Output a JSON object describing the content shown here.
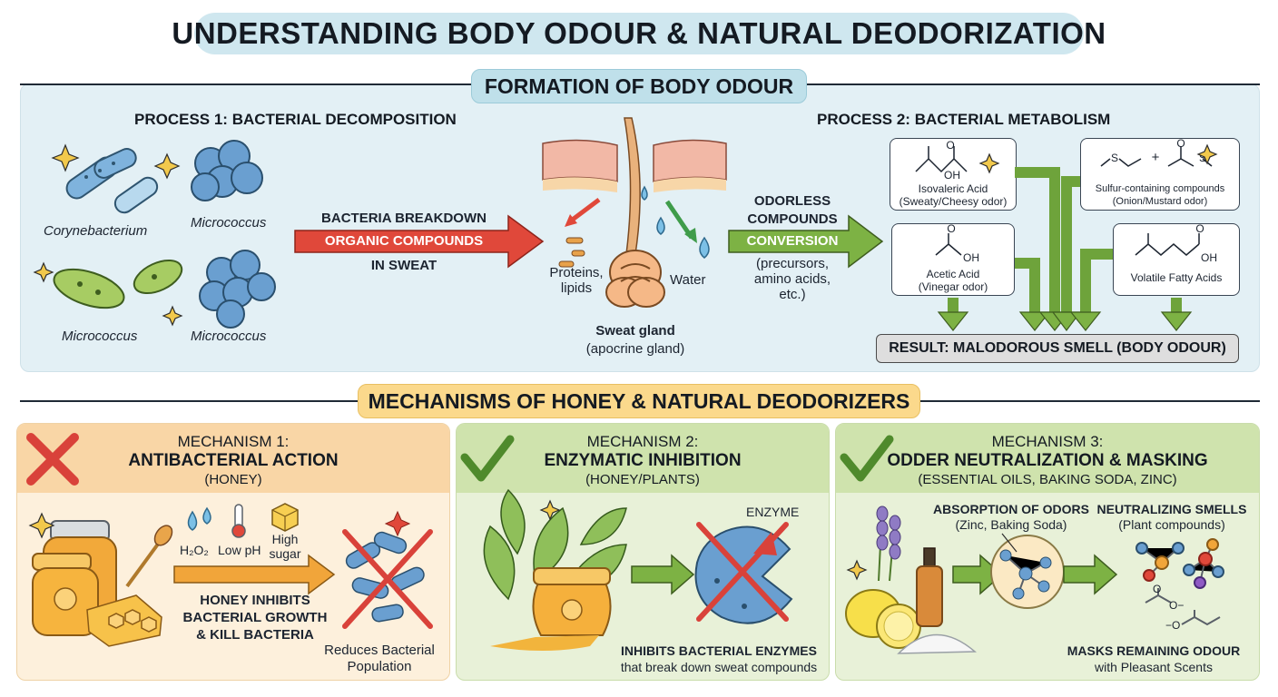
{
  "title": "UNDERSTANDING BODY ODOUR & NATURAL DEODORIZATION",
  "formation": {
    "header": "FORMATION OF BODY ODOUR",
    "process1": {
      "title": "PROCESS 1: BACTERIAL DECOMPOSITION",
      "bacteria": [
        "Corynebacterium",
        "Micrococcus",
        "Micrococcus",
        "Micrococcus"
      ],
      "arrow": {
        "line1": "BACTERIA BREAKDOWN",
        "line2": "ORGANIC COMPOUNDS",
        "line3": "IN SWEAT"
      }
    },
    "gland": {
      "proteins_lipids": "Proteins,\nlipids",
      "water": "Water",
      "gland_name": "Sweat gland",
      "gland_type": "(apocrine gland)"
    },
    "conversion": {
      "line1": "ODORLESS",
      "line2": "COMPOUNDS",
      "line3": "CONVERSION",
      "note": "(precursors,\namino acids,\netc.)"
    },
    "process2": {
      "title": "PROCESS 2: BACTERIAL METABOLISM",
      "compounds": [
        {
          "formula": "OH",
          "formula2": "O",
          "name": "Isovaleric Acid",
          "odor": "(Sweaty/Cheesy odor)"
        },
        {
          "formula": "S",
          "formula2": "O",
          "name": "Sulfur-containing compounds",
          "odor": "(Onion/Mustard odor)"
        },
        {
          "formula": "OH",
          "formula2": "O",
          "name": "Acetic Acid",
          "odor": "(Vinegar odor)"
        },
        {
          "formula": "OH",
          "formula2": "O",
          "name": "Volatile Fatty Acids",
          "odor": ""
        }
      ],
      "sulfur_s": "S",
      "sulfur_plus": "+",
      "result": "RESULT: MALODOROUS SMELL (BODY ODOUR)"
    }
  },
  "mechanisms": {
    "header": "MECHANISMS OF HONEY & NATURAL DEODORIZERS",
    "items": [
      {
        "label": "MECHANISM 1:",
        "name": "ANTIBACTERIAL ACTION",
        "sub": "(HONEY)",
        "factors": [
          "H₂O₂",
          "Low pH",
          "High\nsugar"
        ],
        "action": "HONEY INHIBITS\nBACTERIAL GROWTH\n& KILL BACTERIA",
        "result": "Reduces Bacterial\nPopulation"
      },
      {
        "label": "MECHANISM 2:",
        "name": "ENZYMATIC INHIBITION",
        "sub": "(HONEY/PLANTS)",
        "enzyme": "ENZYME",
        "result_bold": "INHIBITS BACTERIAL ENZYMES",
        "result": "that break down sweat compounds"
      },
      {
        "label": "MECHANISM 3:",
        "name": "ODDER NEUTRALIZATION & MASKING",
        "sub": "(ESSENTIAL OILS, BAKING SODA, ZINC)",
        "absorption": "ABSORPTION OF ODORS",
        "absorption_sub": "(Zinc, Baking Soda)",
        "neutralizing": "NEUTRALIZING SMELLS",
        "neutralizing_sub": "(Plant compounds)",
        "result_bold": "MASKS REMAINING ODOUR",
        "result": "with Pleasant Scents",
        "chem_o": "O",
        "chem_o_minus": "O−",
        "chem_minus_o": "−O"
      }
    ]
  },
  "colors": {
    "formation_bg": "#e3f0f5",
    "red_arrow": "#e0483a",
    "green_arrow": "#7db244",
    "orange_arrow": "#f1a53a",
    "bacteria_blue": "#6a9fd0",
    "bacteria_green": "#9cc35a"
  }
}
